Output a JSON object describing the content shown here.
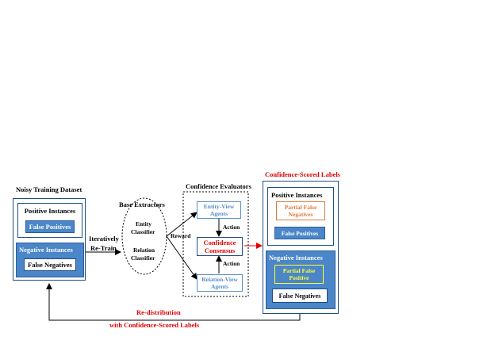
{
  "titles": {
    "noisy_dataset": "Noisy Training Dataset",
    "base_extractors": "Base Extractors",
    "confidence_evaluators": "Confidence Evaluators",
    "confidence_scored_labels": "Confidence-Scored Labels"
  },
  "noisy": {
    "positive": "Positive Instances",
    "false_pos": "False Positives",
    "negative": "Negative Instances",
    "false_neg": "False Negatives"
  },
  "retrain": {
    "line1": "Iteratively",
    "line2": "Re-Train"
  },
  "extractors": {
    "entity1": "Entity",
    "entity2": "Classifier",
    "relation1": "Relation",
    "relation2": "Classifier"
  },
  "reward": "Reward",
  "evaluators": {
    "entity_agent1": "Entity-View",
    "entity_agent2": "Agents",
    "action_top": "Action",
    "consensus1": "Confidence",
    "consensus2": "Consensus",
    "action_bottom": "Action",
    "relation_agent1": "Relation-View",
    "relation_agent2": "Agents"
  },
  "scored": {
    "positive": "Positive Instances",
    "partial_fn1": "Partial False",
    "partial_fn2": "Negatives",
    "false_pos": "False Positives",
    "negative": "Negative Instances",
    "partial_fp1": "Partial False",
    "partial_fp2": "Positive",
    "false_neg": "False Negatives"
  },
  "redistribution": {
    "line1": "Re-distribution",
    "line2": "with Confidence-Scored Labels"
  },
  "colors": {
    "blue": "#4a86c8",
    "dark_blue": "#1d4f88",
    "red": "#e00000",
    "orange": "#e07b3a",
    "yellow": "#ffff33",
    "light_blue_text": "#5b8fc9"
  }
}
